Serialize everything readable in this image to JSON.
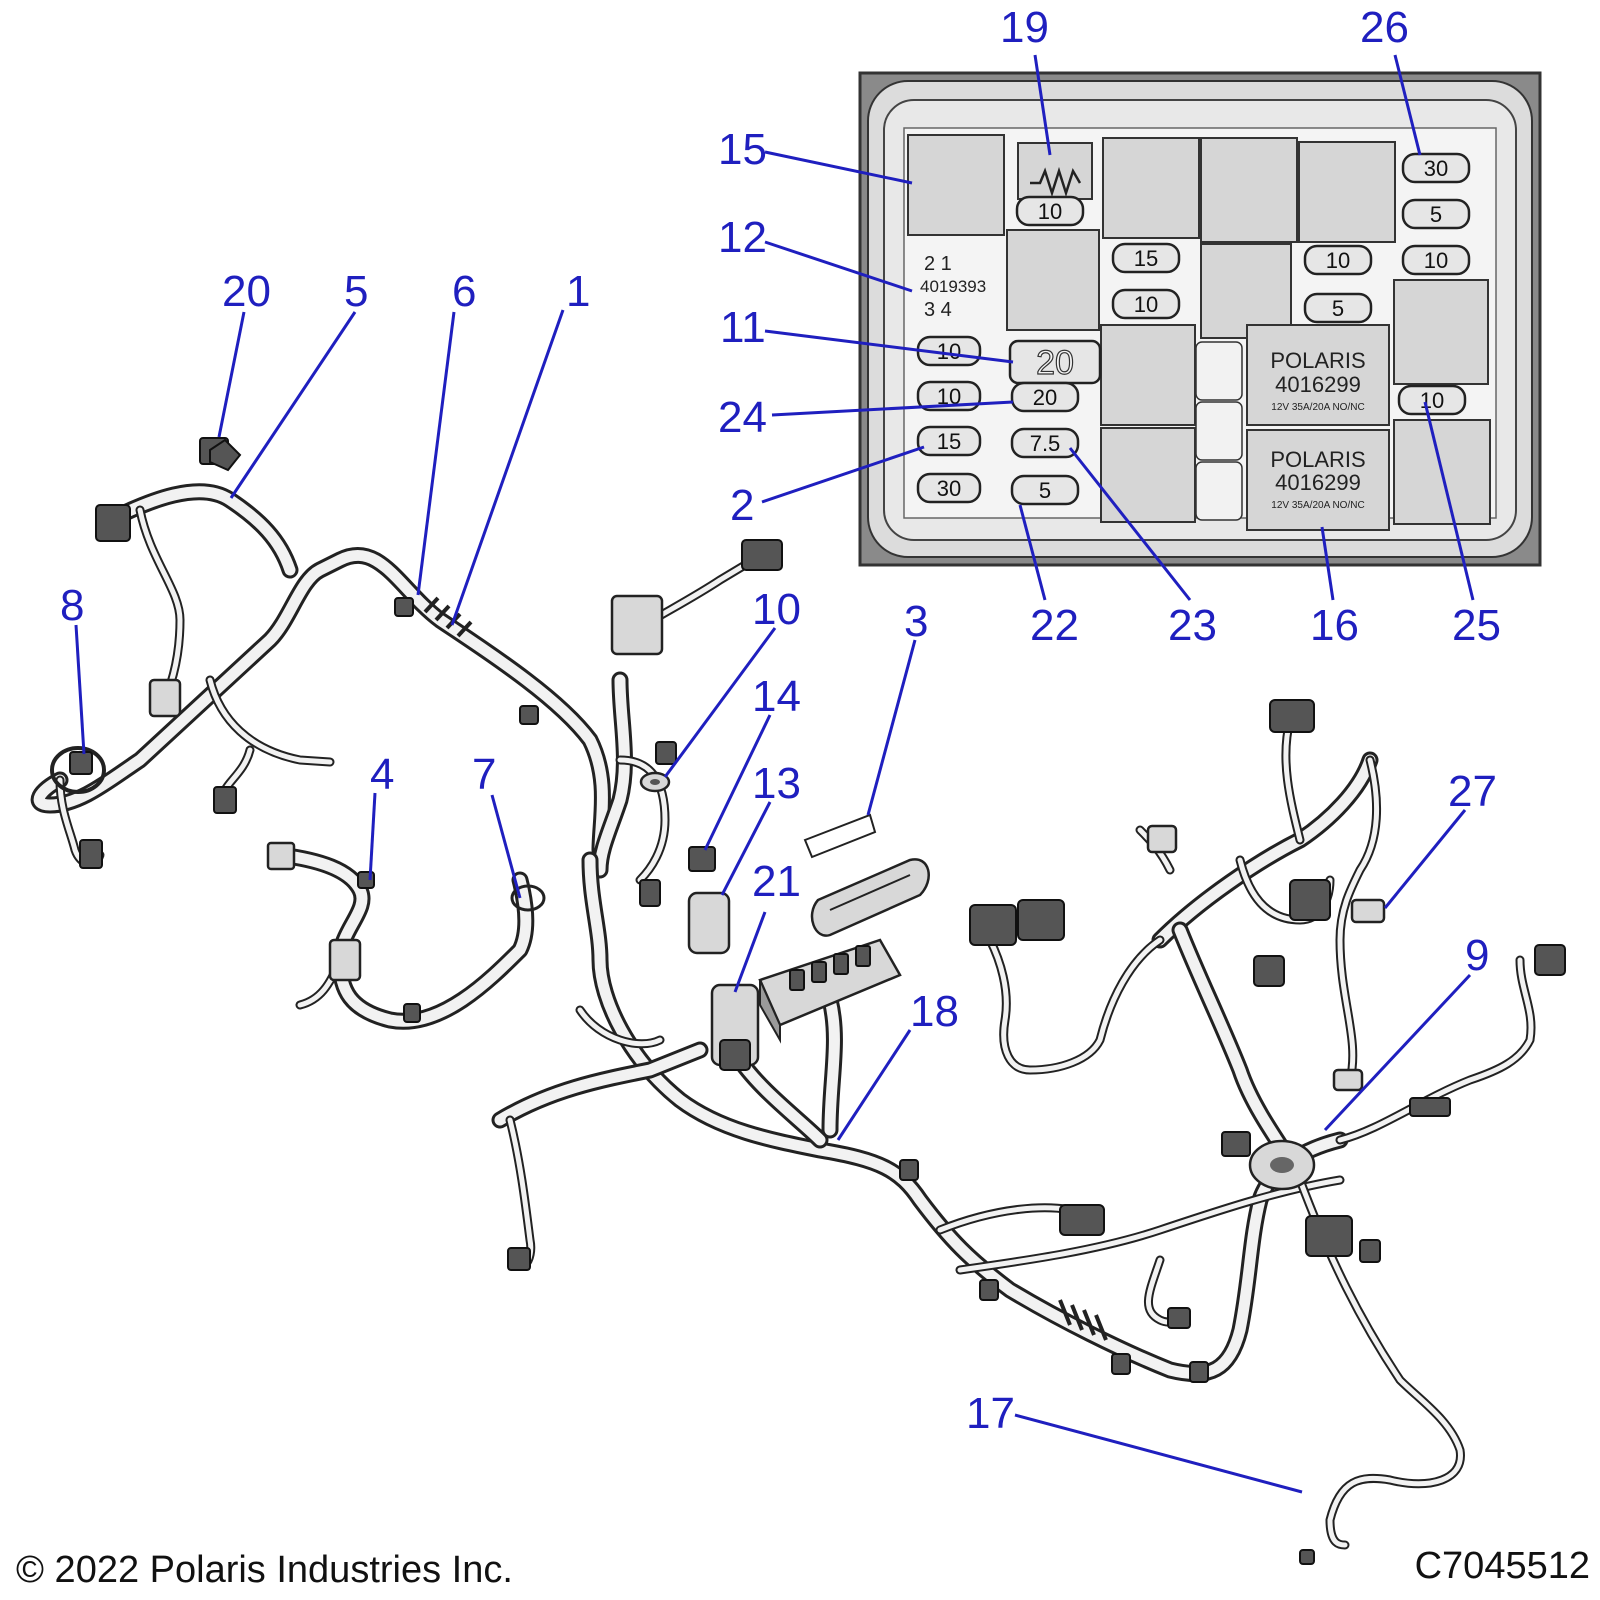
{
  "callouts": {
    "c1": "1",
    "c2": "2",
    "c3": "3",
    "c4": "4",
    "c5": "5",
    "c6": "6",
    "c7": "7",
    "c8": "8",
    "c9": "9",
    "c10": "10",
    "c11": "11",
    "c12": "12",
    "c13": "13",
    "c14": "14",
    "c15": "15",
    "c16": "16",
    "c17": "17",
    "c18": "18",
    "c19": "19",
    "c20": "20",
    "c21": "21",
    "c22": "22",
    "c23": "23",
    "c24": "24",
    "c25": "25",
    "c26": "26",
    "c27": "27"
  },
  "fuse_box": {
    "left_column": [
      "10",
      "10",
      "15",
      "30"
    ],
    "middle_column": [
      "20",
      "7.5",
      "5"
    ],
    "big_fuse": "20",
    "top_fuse": "10",
    "center_column": [
      "15",
      "10"
    ],
    "right_center_column": [
      "10",
      "5"
    ],
    "right_column": [
      "30",
      "5",
      "10"
    ],
    "right_lower_fuse": "10",
    "relay_label": {
      "pins_top": "2   1",
      "part": "4019393",
      "pins_bottom": "3   4"
    },
    "relay_polaris_1": {
      "brand": "POLARIS",
      "part": "4016299",
      "rating": "12V  35A/20A  NO/NC"
    },
    "relay_polaris_2": {
      "brand": "POLARIS",
      "part": "4016299",
      "rating": "12V  35A/20A  NO/NC"
    }
  },
  "footer": {
    "copyright": "© 2022 Polaris Industries Inc.",
    "drawing_id": "C7045512"
  }
}
